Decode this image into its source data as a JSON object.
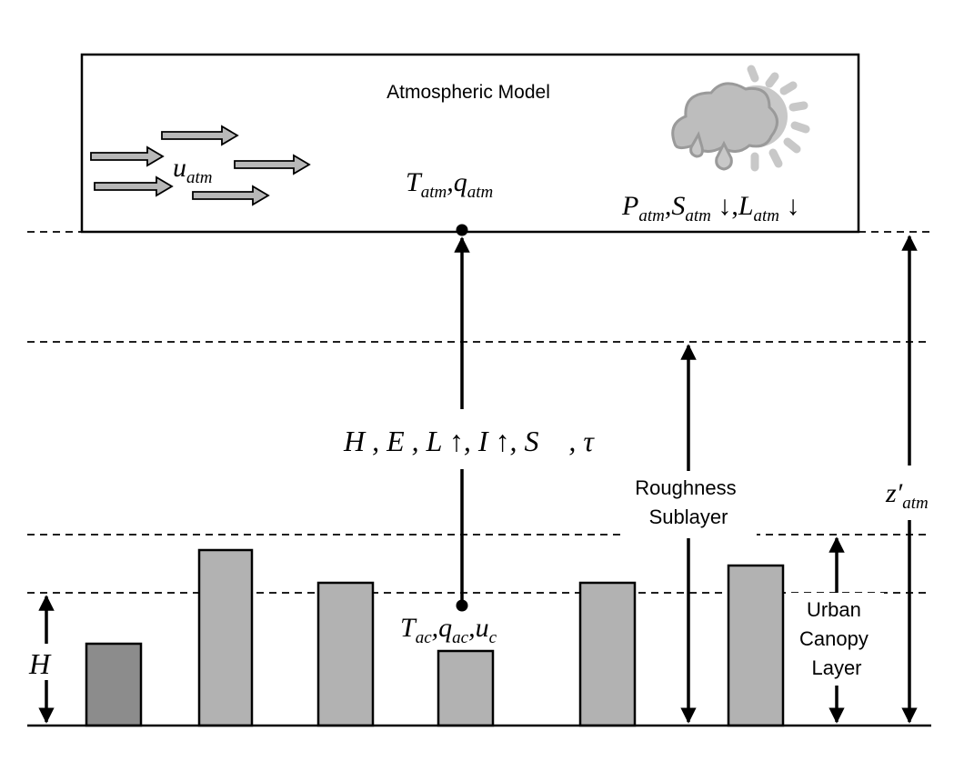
{
  "labels": {
    "atmospheric_model": "Atmospheric Model",
    "roughness_line1": "Roughness",
    "roughness_line2": "Sublayer",
    "urban_line1": "Urban",
    "urban_line2": "Canopy",
    "urban_line3": "Layer"
  },
  "symbols": {
    "u_atm": {
      "base": "u",
      "sub": "atm"
    },
    "t_atm_q_atm": [
      {
        "base": "T",
        "sub": "atm"
      },
      {
        "sep": ","
      },
      {
        "base": "q",
        "sub": "atm"
      }
    ],
    "forcing": [
      {
        "base": "P",
        "sub": "atm"
      },
      {
        "sep": ","
      },
      {
        "base": "S",
        "sub": "atm"
      },
      {
        "sep": " ↓,"
      },
      {
        "base": "L",
        "sub": "atm"
      },
      {
        "sep": " ↓"
      }
    ],
    "fluxes": "H , E , L ↑, I ↑, S⃗ , τ",
    "canopy": [
      {
        "base": "T",
        "sub": "ac"
      },
      {
        "sep": ","
      },
      {
        "base": "q",
        "sub": "ac"
      },
      {
        "sep": ","
      },
      {
        "base": "u",
        "sub": "c"
      }
    ],
    "height": "H",
    "z_atm": {
      "base": "z′",
      "sub": "atm"
    }
  },
  "colors": {
    "line": "#000000",
    "building_light": "#b2b2b2",
    "building_dark": "#8c8c8c",
    "wind_arrow": "#b8b8b8",
    "weather_icon": "#c4c4c4"
  },
  "icons": {
    "weather": "sun-cloud-rain-icon"
  }
}
